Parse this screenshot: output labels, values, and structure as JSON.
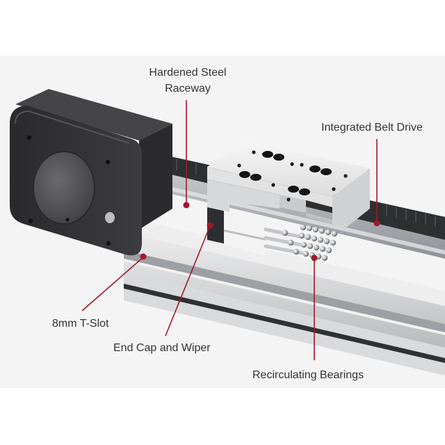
{
  "labels": {
    "raceway": {
      "line1": "Hardened Steel",
      "line2": "Raceway"
    },
    "belt": "Integrated Belt Drive",
    "tslot": "8mm T-Slot",
    "endcap": "End Cap and Wiper",
    "bearings": "Recirculating Bearings"
  },
  "colors": {
    "callout": "#a0182a",
    "label_text": "#333333",
    "background": "#f4f4f4"
  }
}
